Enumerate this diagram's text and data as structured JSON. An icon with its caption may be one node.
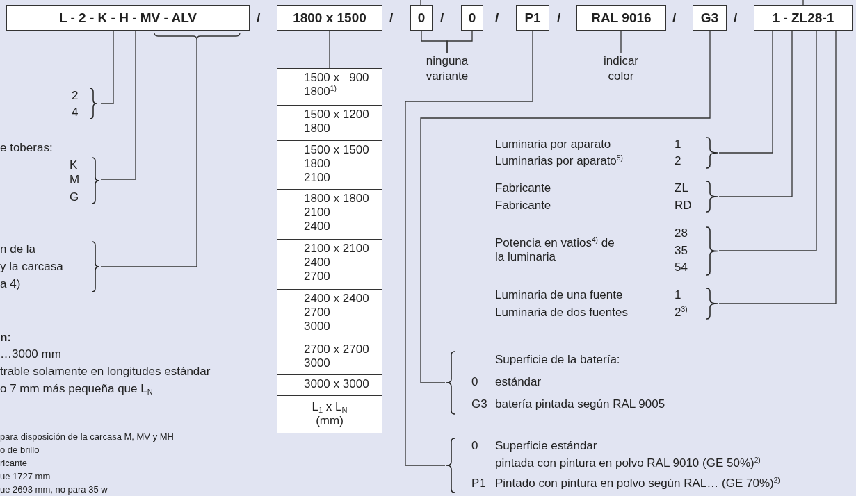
{
  "diagram": {
    "nodes": [
      {
        "text": [
          "L - 2 - K - H - MV - ALV"
        ]
      },
      {
        "text": [
          "1800 x 1500"
        ]
      },
      {
        "text": [
          "0"
        ]
      },
      {
        "text": [
          "0"
        ]
      },
      {
        "text": [
          "P1"
        ]
      },
      {
        "text": [
          "RAL 9016"
        ]
      },
      {
        "text": [
          "G3"
        ]
      },
      {
        "text": [
          "1 - ZL28-1"
        ]
      },
      {
        "text": [
          "2",
          "4"
        ]
      },
      {
        "text": [
          "e toberas:",
          "K",
          "M",
          "G"
        ]
      },
      {
        "text": [
          "n de la",
          "y la carcasa",
          "a 4)"
        ]
      },
      {
        "text": [],
        "shape": "box"
      },
      {
        "text": [
          "1500 x   900",
          "1800$^{1)}$"
        ],
        "in": 11
      },
      {
        "text": [
          "1500 x 1200",
          "1800"
        ],
        "in": 11
      },
      {
        "text": [
          "1500 x 1500",
          "1800",
          "2100"
        ],
        "in": 11
      },
      {
        "text": [
          "1800 x 1800",
          "2100",
          "2400"
        ],
        "in": 11
      },
      {
        "text": [
          "2100 x 2100",
          "2400",
          "2700"
        ],
        "in": 11
      },
      {
        "text": [
          "2400 x 2400",
          "2700",
          "3000"
        ],
        "in": 11
      },
      {
        "text": [
          "2700 x 2700",
          "3000"
        ],
        "in": 11
      },
      {
        "text": [
          "3000 x 3000"
        ],
        "in": 11
      },
      {
        "text": [
          "L$_{1}$ x L$_{N}$",
          "(mm)"
        ],
        "in": 11
      },
      {
        "text": [
          "ninguna variante"
        ]
      },
      {
        "text": [
          "indicar color"
        ]
      },
      {
        "text": [
          "Luminaria por aparato",
          "Luminarias por aparato$^{5)}$",
          "1",
          "2"
        ]
      },
      {
        "text": [
          "Fabricante",
          "Fabricante",
          "ZL",
          "RD"
        ]
      },
      {
        "text": [
          "Potencia en vatios$^{4)}$ de la luminaria",
          "28",
          "35",
          "54"
        ]
      },
      {
        "text": [
          "Luminaria de una fuente",
          "Luminaria de dos fuentes",
          "1",
          "2$^{3)}$"
        ]
      },
      {
        "text": [
          "Superficie de la batería:",
          "0",
          "estándar",
          "G3",
          "batería pintada según RAL 9005"
        ]
      },
      {
        "text": [
          "0",
          "Superficie estándar",
          "pintada con pintura en polvo RAL 9010 (GE 50%)$^{2)}$",
          "P1",
          "Pintado con pintura en polvo según RAL… (GE 70%)$^{2)}$"
        ]
      }
    ],
    "edges": [
      {
        "from": 0,
        "to": 8,
        "arrow": "none"
      },
      {
        "from": 0,
        "to": 9,
        "arrow": "none"
      },
      {
        "from": 0,
        "to": 10,
        "arrow": "none"
      },
      {
        "from": 1,
        "to": 11,
        "arrow": "none"
      },
      {
        "from": 2,
        "to": 21,
        "arrow": "none"
      },
      {
        "from": 3,
        "to": 21,
        "arrow": "none"
      },
      {
        "from": 5,
        "to": 22,
        "arrow": "none"
      },
      {
        "from": 4,
        "to": 28,
        "arrow": "none"
      },
      {
        "from": 6,
        "to": 27,
        "arrow": "none"
      },
      {
        "from": 7,
        "to": 23,
        "arrow": "none"
      },
      {
        "from": 7,
        "to": 24,
        "arrow": "none"
      },
      {
        "from": 7,
        "to": 25,
        "arrow": "none"
      },
      {
        "from": 7,
        "to": 26,
        "arrow": "none"
      },
      {
        "from": null,
        "to": 2,
        "arrow": "none"
      },
      {
        "from": null,
        "to": 7,
        "arrow": "none"
      }
    ],
    "labels": [
      "/",
      "/",
      "/",
      "/",
      "/",
      "/",
      "/",
      "n:",
      "…3000 mm",
      "trable solamente en longitudes estándar",
      "o 7 mm más pequeña que L$_{N}$",
      "para disposición de la carcasa M, MV y MH",
      "o de brillo",
      "ricante",
      "ue 1727 mm",
      "ue 2693 mm, no para 35 w"
    ]
  }
}
